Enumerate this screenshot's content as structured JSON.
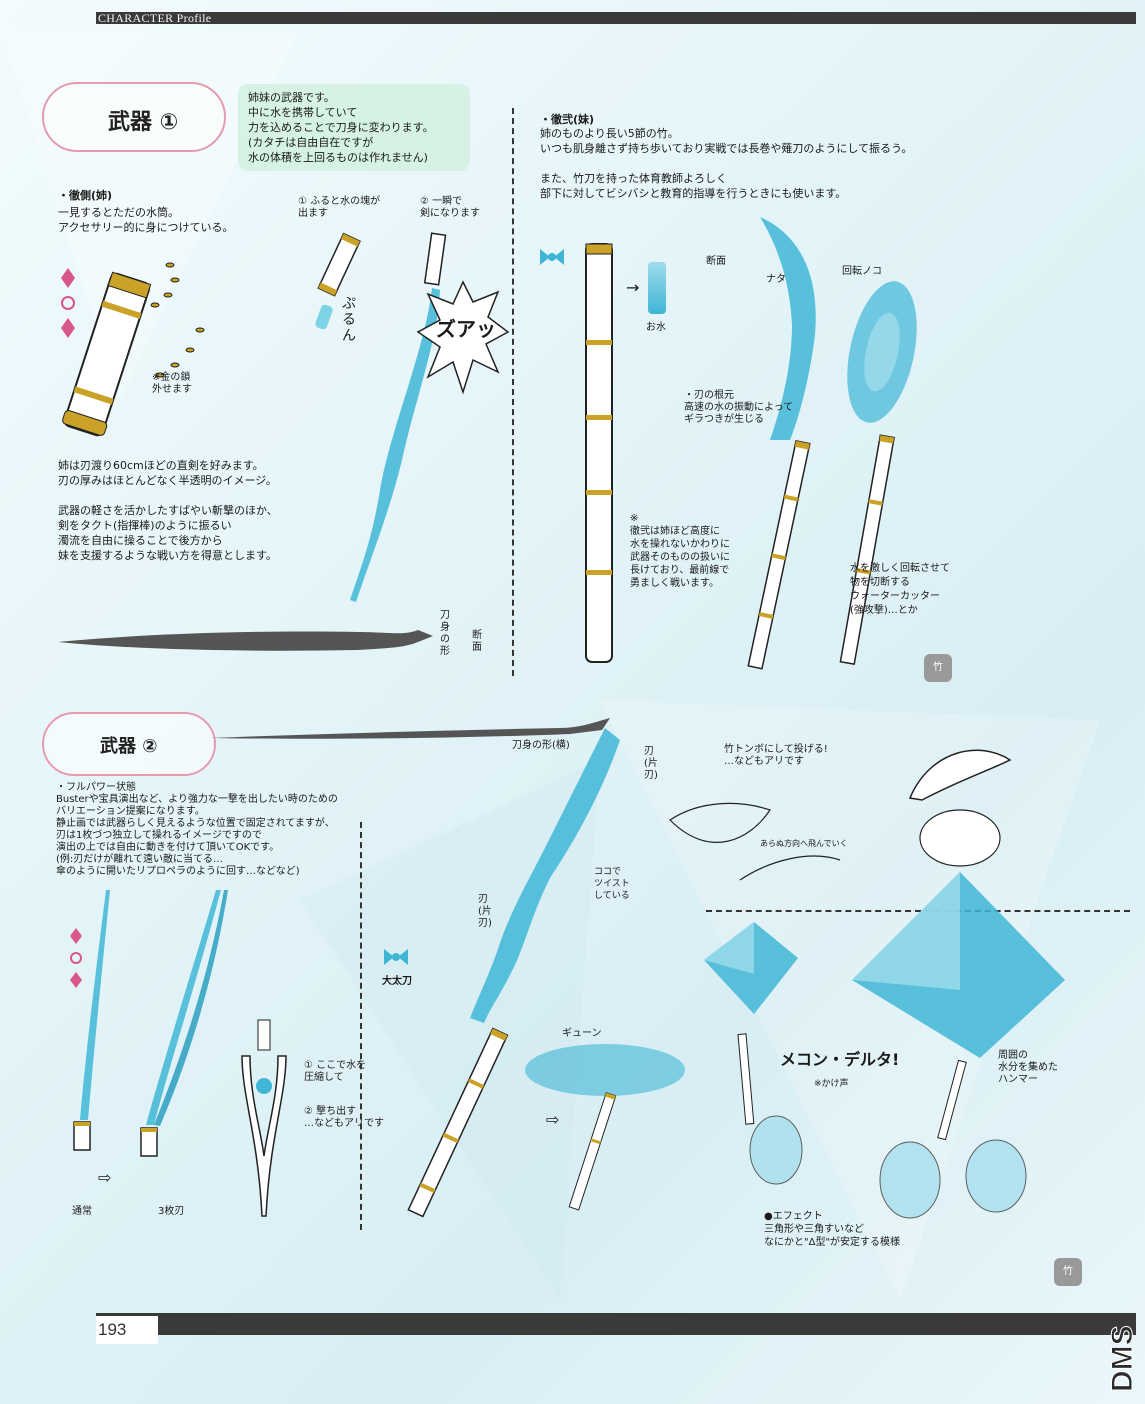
{
  "header": {
    "label": "CHARACTER Profile"
  },
  "footer": {
    "page": "193"
  },
  "section1": {
    "title": "武器 ①",
    "note": "姉妹の武器です。\n中に水を携帯していて\n力を込めることで刀身に変わります。\n(カタチは自由自在ですが\n水の体積を上回るものは作れません)",
    "sister_elder_head": "・徹側(姉)",
    "sister_elder_desc": "一見するとただの水筒。\nアクセサリー的に身につけている。",
    "chain_note": "※金の鎖\n外せます",
    "step1": "① ふると水の塊が\n出ます",
    "step2": "② 一瞬で\n剣になります",
    "sfx_puru": "ぷるん",
    "sfx_zua": "ズアッ",
    "sword_desc": "姉は刃渡り60cmほどの直剣を好みます。\n刃の厚みはほとんどなく半透明のイメージ。\n\n武器の軽さを活かしたすばやい斬撃のほか、\n剣をタクト(指揮棒)のように振るい\n濁流を自由に操ることで後方から\n妹を支援するような戦い方を得意とします。",
    "blade_shape": "刀身の形",
    "cross_section": "断面",
    "sister_younger_head": "・徹弐(妹)",
    "sister_younger_desc": "姉のものより長い5節の竹。\nいつも肌身離さず持ち歩いており実戦では長巻や薙刀のようにして振るう。\n\nまた、竹刀を持った体育教師よろしく\n部下に対してビシバシと教育的指導を行うときにも使います。",
    "water_label": "お水",
    "cross_section2": "断面",
    "nata": "ナタ",
    "saw": "回転ノコ",
    "blade_root": "・刃の根元\n高速の水の振動によって\nギラつきが生じる",
    "younger_note": "※\n徹弐は姉ほど高度に\n水を操れないかわりに\n武器そのものの扱いに\n長けており、最前線で\n勇ましく戦います。",
    "cutter_note": "水を激しく回転させて\n物を切断する\nウォーターカッター\n(強攻撃)…とか"
  },
  "section2": {
    "title": "武器 ②",
    "blade_shape_label": "刀身の形(横)",
    "fullpower_desc": "・フルパワー状態\nBusterや宝具演出など、より強力な一撃を出したい時のための\nバリエーション提案になります。\n静止画では武器らしく見えるような位置で固定されてますが、\n刃は1枚づつ独立して操れるイメージですので\n演出の上では自由に動きを付けて頂いてOKです。\n(例:刃だけが離れて遠い敵に当てる…\n傘のように開いたリプロペラのように回す…などなど)",
    "normal": "通常",
    "three_blades": "3枚刃",
    "step1": "① ここで水を\n圧縮して",
    "step2": "② 撃ち出す\n…などもアリです",
    "big_sword": "大太刀",
    "blade_side_a": "刃(片刃)",
    "blade_side_b": "刃(片刃)",
    "twist": "ココで\nツイスト\nしている",
    "gyun": "ギューン",
    "taketonbo": "竹トンボにして投げる!\n…などもアリです",
    "arc_note": "あらぬ方向へ飛んでいく",
    "mecon": "メコン・デルタ!",
    "kakegoe": "※かけ声",
    "hammer_note": "周囲の\n水分を集めた\nハンマー",
    "effect_note": "●エフェクト\n三角形や三角すいなど\nなにかと\"Δ型\"が安定する模様"
  },
  "colors": {
    "accent_pink": "#e59ab0",
    "water": "#3fb6d6",
    "water_light": "#9edcec",
    "gold": "#c9a227",
    "bars": "#3a3a3a"
  }
}
